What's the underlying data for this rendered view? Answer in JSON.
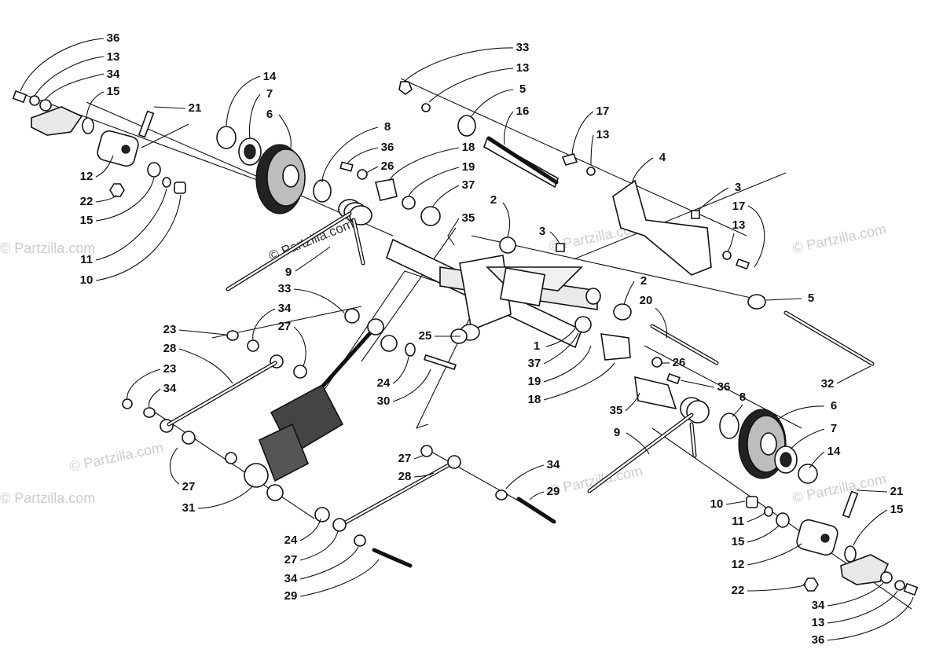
{
  "watermark": {
    "text": "© Partzilla.com"
  },
  "callouts": {
    "left_rear_stack": [
      "36",
      "13",
      "34",
      "15"
    ],
    "left_wheel_stack": [
      "14",
      "7",
      "6"
    ],
    "left_wheel_bolt": "21",
    "left_housing": "12",
    "left_lower_stack": [
      "22",
      "15",
      "11",
      "10"
    ],
    "upper_center_stack": [
      "8",
      "36",
      "26",
      "18",
      "19",
      "37",
      "2",
      "35",
      "9"
    ],
    "top_rod_stack": [
      "33",
      "13",
      "5",
      "16"
    ],
    "top_right_stack": [
      "17",
      "13",
      "4",
      "3"
    ],
    "right_upper_stack": [
      "3",
      "17",
      "13",
      "5",
      "32"
    ],
    "center_small": "3",
    "shaft": [
      "1",
      "25"
    ],
    "link_stack_upper": [
      "33",
      "34",
      "27",
      "23",
      "28",
      "23",
      "34"
    ],
    "shock": [
      "24",
      "30",
      "31",
      "27"
    ],
    "right_center_stack": [
      "2",
      "20",
      "26",
      "36",
      "37",
      "19",
      "18",
      "35",
      "8",
      "9"
    ],
    "lower_center_stack": [
      "27",
      "28",
      "34",
      "29",
      "24",
      "27",
      "34",
      "29"
    ],
    "right_wheel_stack": [
      "6",
      "7",
      "14",
      "21",
      "15",
      "10",
      "11",
      "15",
      "12",
      "22",
      "34",
      "13",
      "36"
    ]
  }
}
